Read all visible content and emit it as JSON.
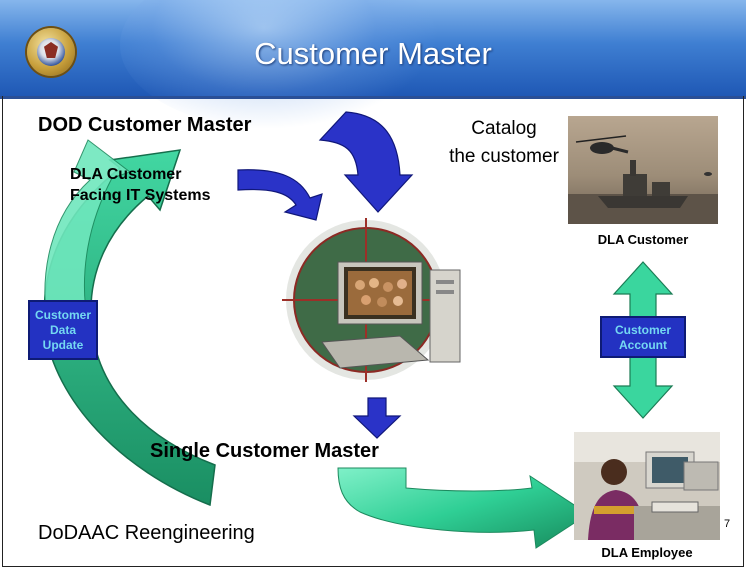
{
  "slide": {
    "title": "Customer Master",
    "page_number": "7"
  },
  "labels": {
    "dod_customer_master": "DOD Customer Master",
    "catalog_line1": "Catalog",
    "catalog_line2": "the customer",
    "dla_facing_line1": "DLA Customer",
    "dla_facing_line2": "Facing IT Systems",
    "single_customer_master": "Single Customer Master",
    "dodaac": "DoDAAC  Reengineering"
  },
  "boxes": {
    "customer_data_update": "Customer\nData\nUpdate",
    "customer_account": "Customer\nAccount"
  },
  "photos": {
    "customer_caption": "DLA Customer",
    "employee_caption": "DLA Employee"
  },
  "colors": {
    "dark_arrow": "#2530c6",
    "green_arrow": "#3dd6a0",
    "green_dark": "#1e9b6b",
    "header_blue": "#2f6fca"
  }
}
